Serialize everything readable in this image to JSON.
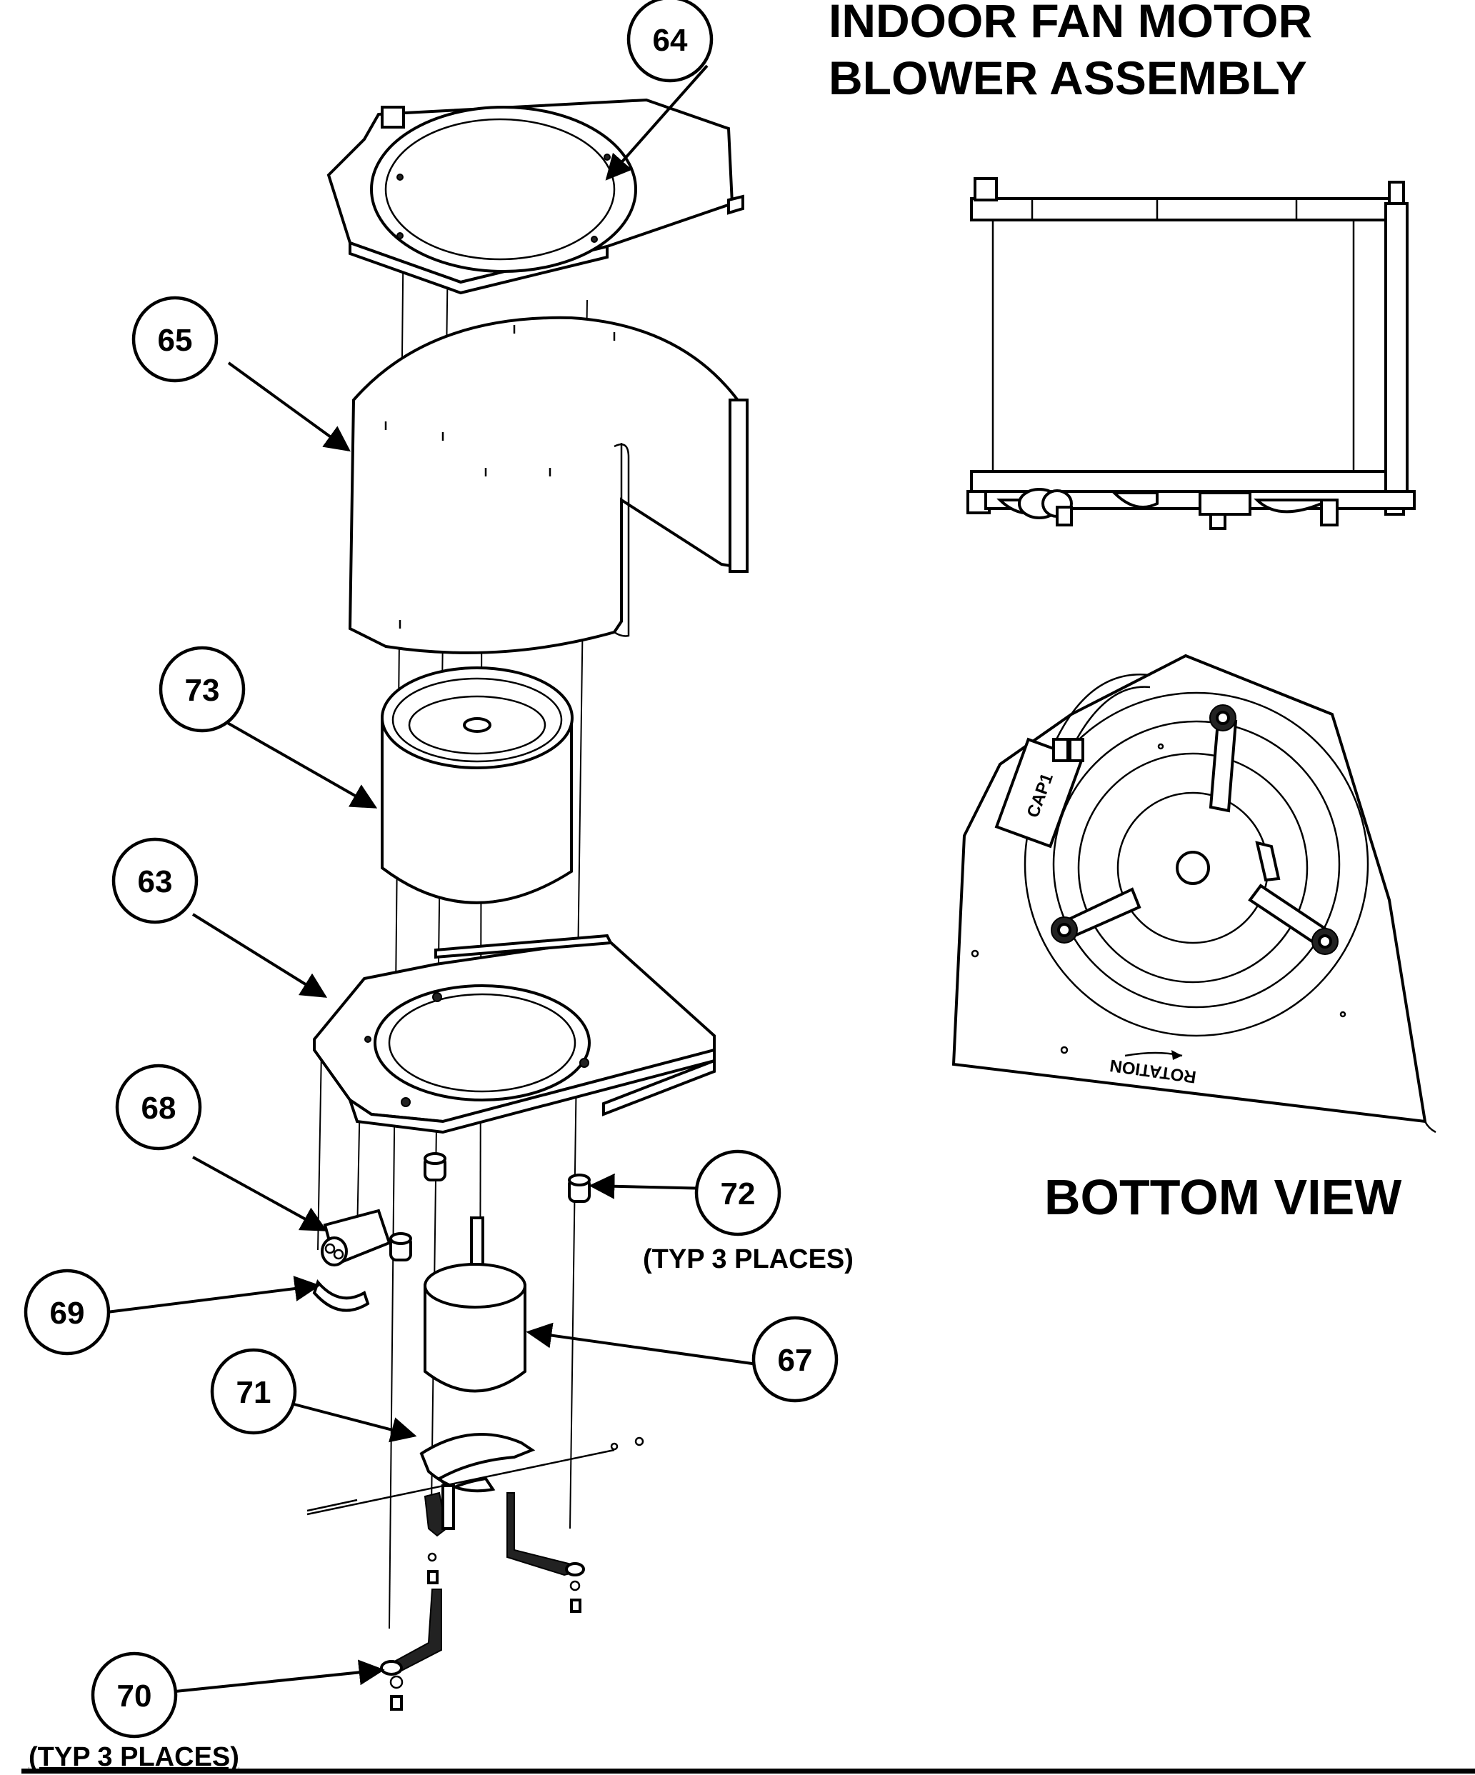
{
  "title": {
    "line1": "INDOOR FAN MOTOR",
    "line2": "BLOWER ASSEMBLY"
  },
  "bottom_view_label": "BOTTOM VIEW",
  "capacitor_label": "CAP1",
  "rotation_label": "ROTATION",
  "callouts": [
    {
      "id": "64",
      "label": "64",
      "part": "blower-housing-top-plate"
    },
    {
      "id": "65",
      "label": "65",
      "part": "blower-scroll-wrapper"
    },
    {
      "id": "73",
      "label": "73",
      "part": "blower-wheel"
    },
    {
      "id": "63",
      "label": "63",
      "part": "blower-housing-bottom-plate"
    },
    {
      "id": "68",
      "label": "68",
      "part": "capacitor"
    },
    {
      "id": "69",
      "label": "69",
      "part": "capacitor-bracket"
    },
    {
      "id": "72",
      "label": "72",
      "part": "grommet",
      "note": "(TYP 3 PLACES)"
    },
    {
      "id": "67",
      "label": "67",
      "part": "fan-motor"
    },
    {
      "id": "71",
      "label": "71",
      "part": "motor-band"
    },
    {
      "id": "70",
      "label": "70",
      "part": "motor-mount-arm",
      "note": "(TYP 3 PLACES)"
    }
  ]
}
